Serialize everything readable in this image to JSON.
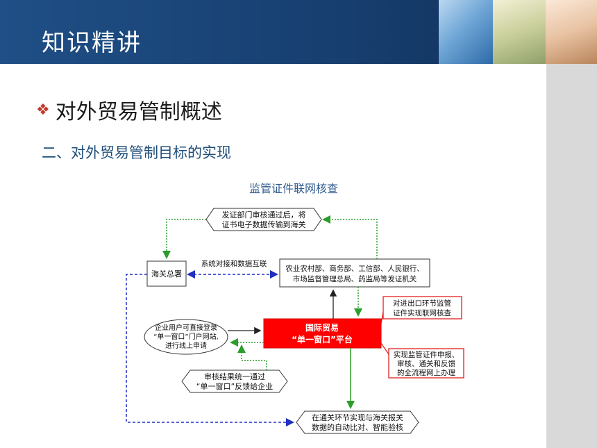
{
  "header": {
    "title": "知识精讲",
    "background_color": "#1f4f86"
  },
  "section": {
    "bullet_icon": "diamond-cluster-icon",
    "bullet_color": "#c0392b",
    "heading": "对外贸易管制概述",
    "subheading": "二、对外贸易管制目标的实现"
  },
  "diagram": {
    "title": "监管证件联网核查",
    "nodes": {
      "top_note": [
        "发证部门审核通过后，将",
        "证书电子数据传输到海关"
      ],
      "customs": "海关总署",
      "agencies": [
        "农业农村部、商务部、工信部、人民银行、",
        "市场监督管理总局、药监局等发证机关"
      ],
      "enterprise": [
        "企业用户可直接登录",
        "“单一窗口”门户网站,",
        "进行线上申请"
      ],
      "platform": [
        "国际贸易",
        "“单一窗口”平台"
      ],
      "callout_top": [
        "对进出口环节监管",
        "证件实现联网核查"
      ],
      "callout_bottom": [
        "实现监管证件申报、",
        "审核、通关和反馈",
        "的全流程网上办理"
      ],
      "feedback": [
        "审核结果统一通过",
        "“单一窗口”反馈给企业"
      ],
      "bottom": [
        "在通关环节实现与海关报关",
        "数据的自动比对、智能验核"
      ]
    },
    "link_label": "系统对接和数据互联",
    "colors": {
      "platform": "#ff0000",
      "callout_border": "#e02020",
      "green_arrow": "#2a9d2a",
      "blue_arrow": "#1f2fbf",
      "black_arrow": "#222222"
    }
  }
}
